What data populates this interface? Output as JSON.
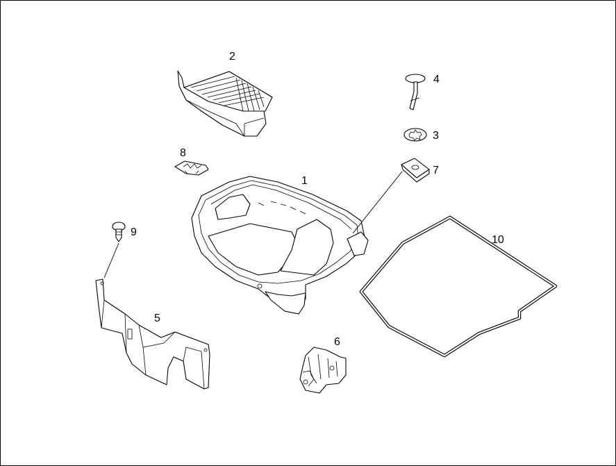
{
  "diagram": {
    "callouts": [
      {
        "id": "1",
        "text": "1",
        "part": "trunk-tub"
      },
      {
        "id": "2",
        "text": "2",
        "part": "storage-tray"
      },
      {
        "id": "3",
        "text": "3",
        "part": "star-washer"
      },
      {
        "id": "4",
        "text": "4",
        "part": "retaining-pin"
      },
      {
        "id": "5",
        "text": "5",
        "part": "side-trim-panel"
      },
      {
        "id": "6",
        "text": "6",
        "part": "bracket-assembly"
      },
      {
        "id": "7",
        "text": "7",
        "part": "clip-nut"
      },
      {
        "id": "8",
        "text": "8",
        "part": "spring-clip"
      },
      {
        "id": "9",
        "text": "9",
        "part": "push-rivet"
      },
      {
        "id": "10",
        "text": "10",
        "part": "trunk-seal"
      }
    ],
    "colors": {
      "line": "#000000",
      "background": "#ffffff"
    }
  }
}
